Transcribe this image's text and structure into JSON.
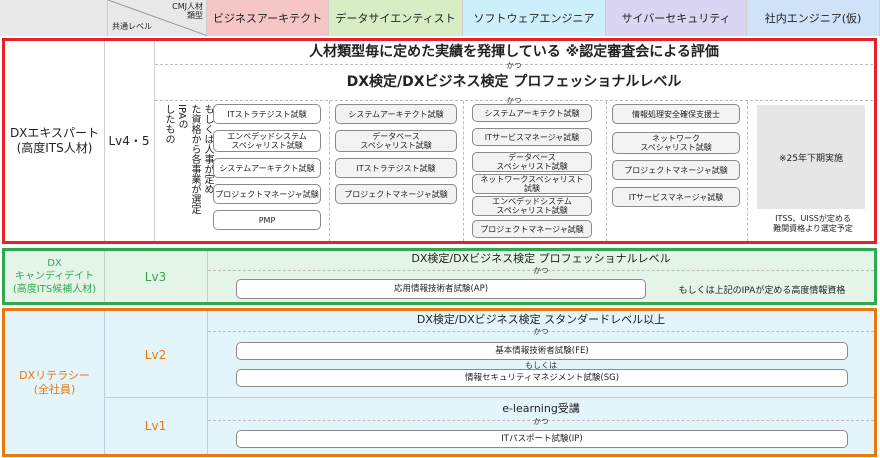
{
  "header": {
    "common_level": "共通レベル",
    "cmj_type": "CMJ人材\n類型",
    "columns": [
      "ビジネスアーキテクト",
      "データサイエンティスト",
      "ソフトウェアエンジニア",
      "サイバーセキュリティ",
      "社内エンジニア(仮)"
    ]
  },
  "expert": {
    "name": "DXエキスパート\n(高度ITS人材)",
    "level": "Lv4・5",
    "title1": "人材類型毎に定めた実績を発揮している ※認定審査会による評価",
    "katsu": "かつ",
    "title2": "DX検定/DXビジネス検定 プロフェッショナルレベル",
    "vertical_note": "もしくは人事が定め\nた資格から各事業が選定\nIPAの\nしたもの",
    "col_business": [
      "ITストラテジスト試験",
      "エンベデッドシステム\nスペシャリスト試験",
      "システムアーキテクト試験",
      "プロジェクトマネージャ試験",
      "PMP"
    ],
    "col_data": [
      "システムアーキテクト試験",
      "データベース\nスペシャリスト試験",
      "ITストラテジスト試験",
      "プロジェクトマネージャ試験"
    ],
    "col_software": [
      "システムアーキテクト試験",
      "ITサービスマネージャ試験",
      "データベース\nスペシャリスト試験",
      "ネットワークスペシャリスト\n試験",
      "エンベデッドシステム\nスペシャリスト試験",
      "プロジェクトマネージャ試験"
    ],
    "col_security": [
      "情報処理安全確保支援士",
      "ネットワーク\nスペシャリスト試験",
      "プロジェクトマネージャ試験",
      "ITサービスマネージャ試験"
    ],
    "internal_note": "※25年下期実施",
    "internal_foot": "ITSS、UISSが定める\n難関資格より選定予定"
  },
  "candidate": {
    "name": "DX\nキャンディデイト\n(高度ITS候補人材)",
    "level": "Lv3",
    "title": "DX検定/DXビジネス検定 プロフェッショナルレベル",
    "katsu": "かつ",
    "exam": "応用情報技術者試験(AP)",
    "or_note": "もしくは上記のIPAが定める高度情報資格"
  },
  "literacy": {
    "name": "DXリテラシー\n(全社員)",
    "lv2": "Lv2",
    "lv2_title": "DX検定/DXビジネス検定 スタンダードレベル以上",
    "katsu": "かつ",
    "exam_fe": "基本情報技術者試験(FE)",
    "or": "もしくは",
    "exam_sg": "情報セキュリティマネジメント試験(SG)",
    "lv1": "Lv1",
    "lv1_title": "e-learning受講",
    "exam_ip": "ITパスポート試験(IP)"
  },
  "colors": {
    "expert_border": "#e8202a",
    "candidate_border": "#2fa84f",
    "literacy_border": "#e8790c",
    "literacy_text": "#e8790c",
    "candidate_text": "#2fa84f"
  }
}
